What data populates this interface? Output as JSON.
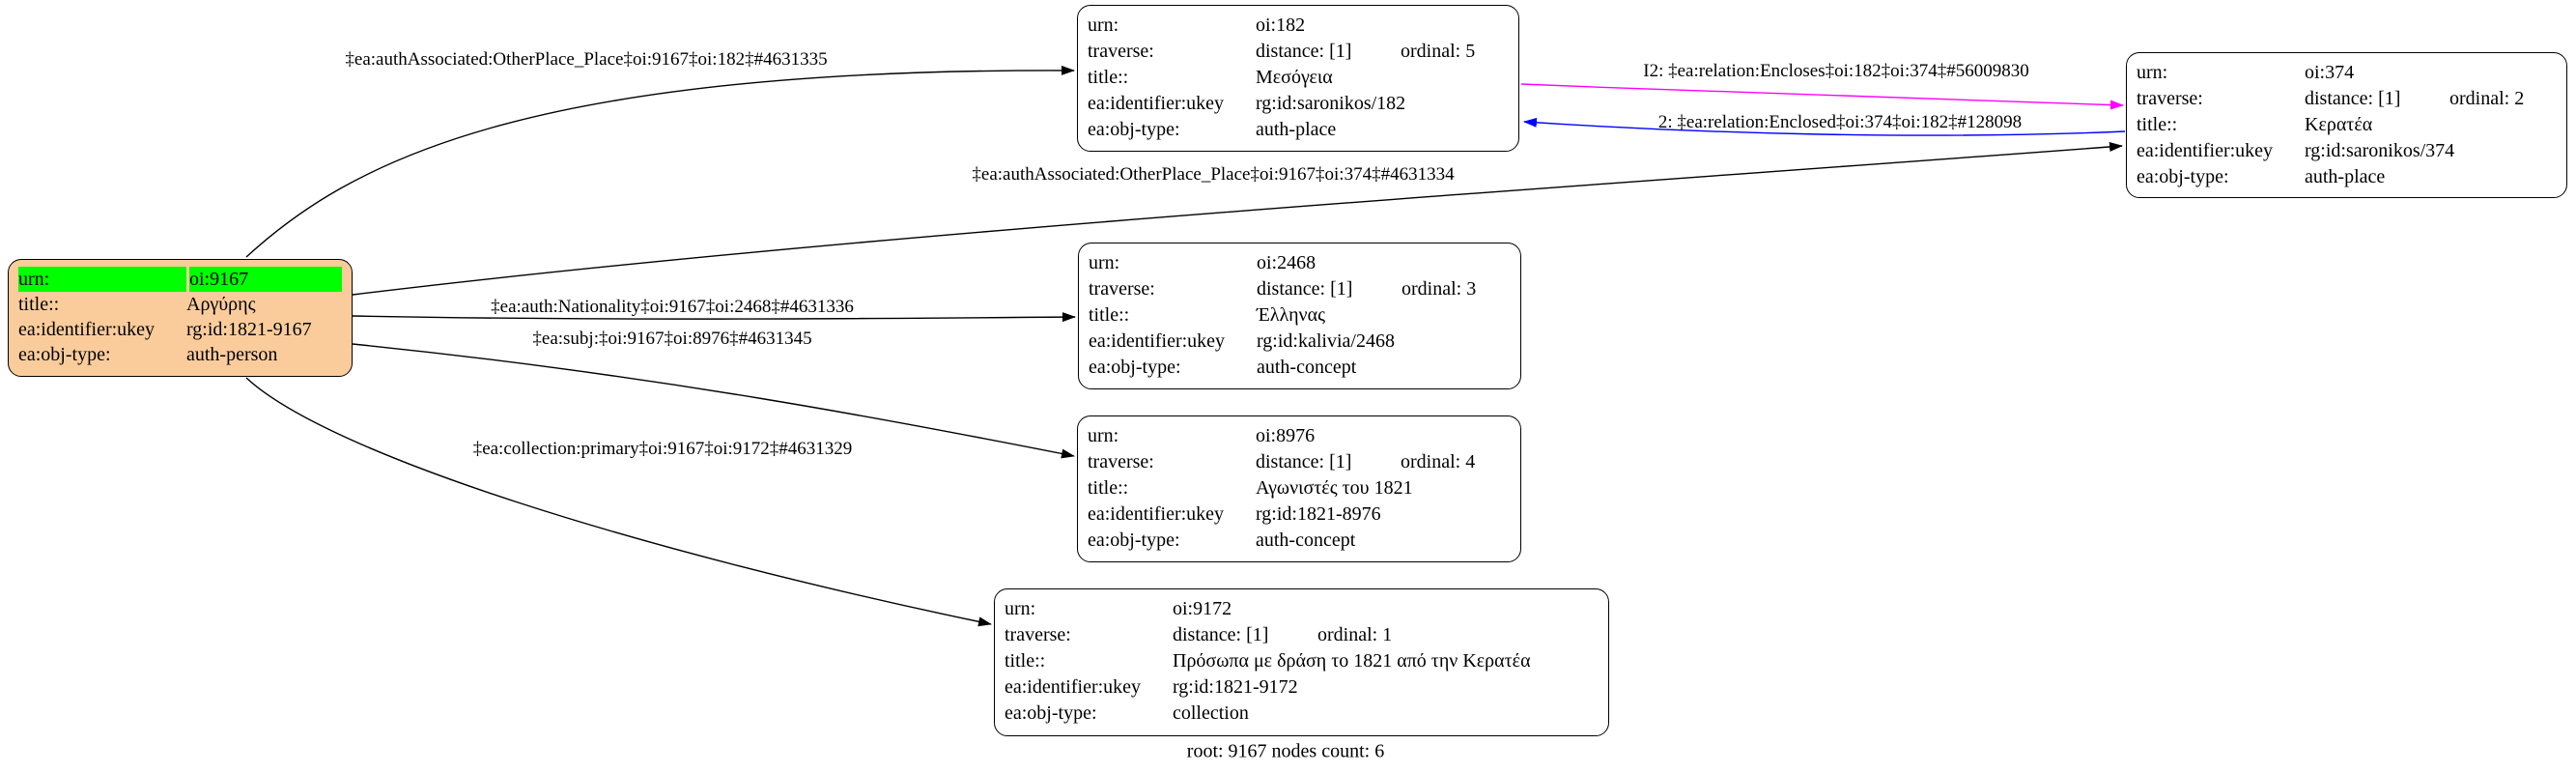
{
  "diagram": {
    "note": "root: 9167 nodes count: 6",
    "colors": {
      "root_fill": "#FACC9C",
      "urn_highlight": "#00FF00",
      "node_fill": "#FFFFFF",
      "node_border": "#000000",
      "edge_default": "#000000",
      "edge_encloses": "#FF00FF",
      "edge_enclosed": "#0000FF"
    },
    "nodes": {
      "n9167": {
        "urn_label": "urn:",
        "urn_value": "oi:9167",
        "title_label": "title::",
        "title_value": "Αργύρης",
        "ukey_label": "ea:identifier:ukey",
        "ukey_value": "rg:id:1821-9167",
        "objtype_label": "ea:obj-type:",
        "objtype_value": "auth-person"
      },
      "n182": {
        "urn_label": "urn:",
        "urn_value": "oi:182",
        "traverse_label": "traverse:",
        "traverse_distance": "distance: [1]",
        "traverse_ordinal": "ordinal: 5",
        "title_label": "title::",
        "title_value": "Μεσόγεια",
        "ukey_label": "ea:identifier:ukey",
        "ukey_value": "rg:id:saronikos/182",
        "objtype_label": "ea:obj-type:",
        "objtype_value": "auth-place"
      },
      "n374": {
        "urn_label": "urn:",
        "urn_value": "oi:374",
        "traverse_label": "traverse:",
        "traverse_distance": "distance: [1]",
        "traverse_ordinal": "ordinal: 2",
        "title_label": "title::",
        "title_value": "Κερατέα",
        "ukey_label": "ea:identifier:ukey",
        "ukey_value": "rg:id:saronikos/374",
        "objtype_label": "ea:obj-type:",
        "objtype_value": "auth-place"
      },
      "n2468": {
        "urn_label": "urn:",
        "urn_value": "oi:2468",
        "traverse_label": "traverse:",
        "traverse_distance": "distance: [1]",
        "traverse_ordinal": "ordinal: 3",
        "title_label": "title::",
        "title_value": "Έλληνας",
        "ukey_label": "ea:identifier:ukey",
        "ukey_value": "rg:id:kalivia/2468",
        "objtype_label": "ea:obj-type:",
        "objtype_value": "auth-concept"
      },
      "n8976": {
        "urn_label": "urn:",
        "urn_value": "oi:8976",
        "traverse_label": "traverse:",
        "traverse_distance": "distance: [1]",
        "traverse_ordinal": "ordinal: 4",
        "title_label": "title::",
        "title_value": "Αγωνιστές του 1821",
        "ukey_label": "ea:identifier:ukey",
        "ukey_value": "rg:id:1821-8976",
        "objtype_label": "ea:obj-type:",
        "objtype_value": "auth-concept"
      },
      "n9172": {
        "urn_label": "urn:",
        "urn_value": "oi:9172",
        "traverse_label": "traverse:",
        "traverse_distance": "distance: [1]",
        "traverse_ordinal": "ordinal: 1",
        "title_label": "title::",
        "title_value": "Πρόσωπα με δράση το 1821 από την Κερατέα",
        "ukey_label": "ea:identifier:ukey",
        "ukey_value": "rg:id:1821-9172",
        "objtype_label": "ea:obj-type:",
        "objtype_value": "collection"
      }
    },
    "edges": {
      "e_9167_182": {
        "label": "‡ea:authAssociated:OtherPlace_Place‡oi:9167‡oi:182‡#4631335",
        "color": "#000000"
      },
      "e_9167_374": {
        "label": "‡ea:authAssociated:OtherPlace_Place‡oi:9167‡oi:374‡#4631334",
        "color": "#000000"
      },
      "e_9167_2468": {
        "label": "‡ea:auth:Nationality‡oi:9167‡oi:2468‡#4631336",
        "color": "#000000"
      },
      "e_9167_8976": {
        "label": "‡ea:subj:‡oi:9167‡oi:8976‡#4631345",
        "color": "#000000"
      },
      "e_9167_9172": {
        "label": "‡ea:collection:primary‡oi:9167‡oi:9172‡#4631329",
        "color": "#000000"
      },
      "e_182_374": {
        "label": "I2: ‡ea:relation:Encloses‡oi:182‡oi:374‡#56009830",
        "color": "#FF00FF"
      },
      "e_374_182": {
        "label": "2: ‡ea:relation:Enclosed‡oi:374‡oi:182‡#128098",
        "color": "#0000FF"
      }
    }
  }
}
